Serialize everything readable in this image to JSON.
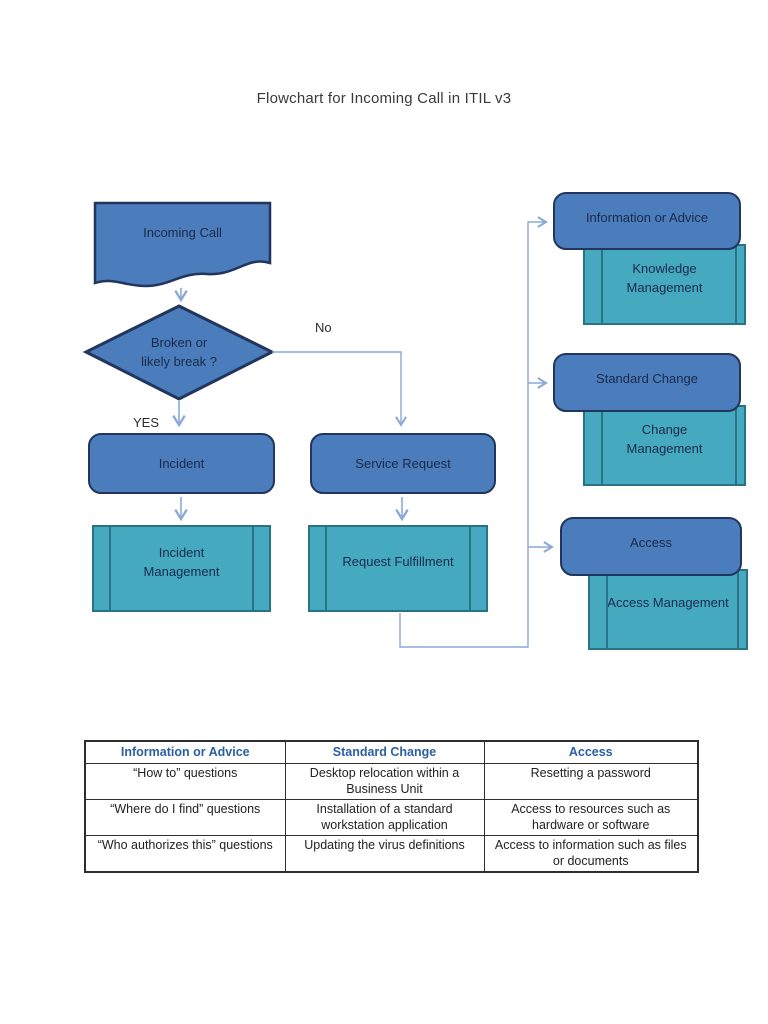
{
  "page": {
    "title": "Flowchart for Incoming Call in ITIL v3"
  },
  "flowchart": {
    "nodes": {
      "incoming_call": {
        "label": "Incoming Call",
        "shape": "document"
      },
      "decision": {
        "line1": "Broken or",
        "line2": "likely break ?",
        "shape": "decision"
      },
      "incident": {
        "label": "Incident",
        "shape": "rounded-process"
      },
      "service_request": {
        "label": "Service Request",
        "shape": "rounded-process"
      },
      "incident_management": {
        "label": "Incident Management",
        "shape": "predefined-process"
      },
      "request_fulfillment": {
        "label": "Request Fulfillment",
        "shape": "predefined-process"
      },
      "information_or_advice": {
        "label": "Information or Advice",
        "shape": "rounded-process"
      },
      "knowledge_management": {
        "label": "Knowledge Management",
        "shape": "predefined-process"
      },
      "standard_change": {
        "label": "Standard Change",
        "shape": "rounded-process"
      },
      "change_management": {
        "label": "Change Management",
        "shape": "predefined-process"
      },
      "access": {
        "label": "Access",
        "shape": "rounded-process"
      },
      "access_management": {
        "label": "Access Management",
        "shape": "predefined-process"
      }
    },
    "edge_labels": {
      "no": "No",
      "yes": "YES"
    },
    "colors": {
      "process_fill": "#4b7cbb",
      "process_border": "#22355c",
      "subprocess_fill": "#45aabf",
      "subprocess_border": "#2a7387",
      "connector": "#8aa9d6"
    }
  },
  "table": {
    "headers": [
      "Information or Advice",
      "Standard Change",
      "Access"
    ],
    "rows": [
      {
        "cells": [
          "“How to” questions",
          "Desktop relocation within a Business Unit",
          "Resetting a password"
        ]
      },
      {
        "cells": [
          "“Where do I find” questions",
          "Installation of a standard workstation application",
          "Access to resources such as hardware or software"
        ]
      },
      {
        "cells": [
          "“Who authorizes this” questions",
          "Updating the virus definitions",
          "Access to information such as files or documents"
        ]
      }
    ]
  }
}
